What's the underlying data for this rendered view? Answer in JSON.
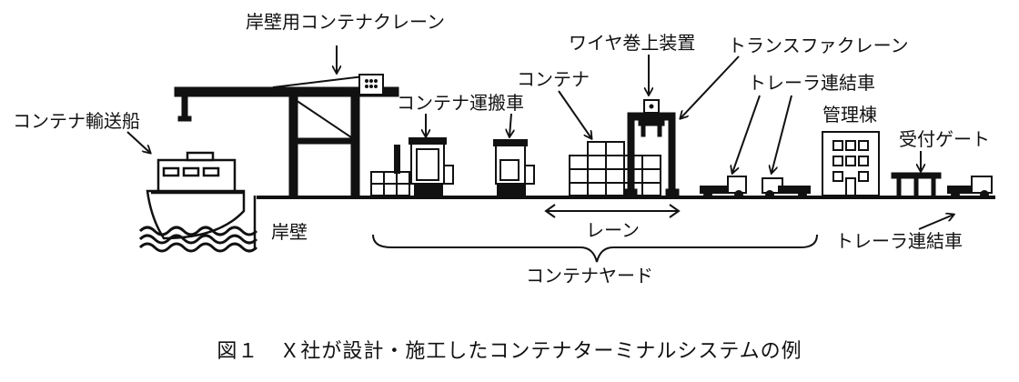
{
  "labels": {
    "quay_crane": "岸壁用コンテナクレーン",
    "ship": "コンテナ輸送船",
    "quay": "岸壁",
    "carrier": "コンテナ運搬車",
    "container": "コンテナ",
    "hoist": "ワイヤ巻上装置",
    "transfer_crane": "トランスファクレーン",
    "trailer_top": "トレーラ連結車",
    "admin": "管理棟",
    "gate": "受付ゲート",
    "trailer_bottom": "トレーラ連結車",
    "lane": "レーン",
    "yard": "コンテナヤード"
  },
  "caption": "図１　Ｘ社が設計・施工したコンテナターミナルシステムの例"
}
